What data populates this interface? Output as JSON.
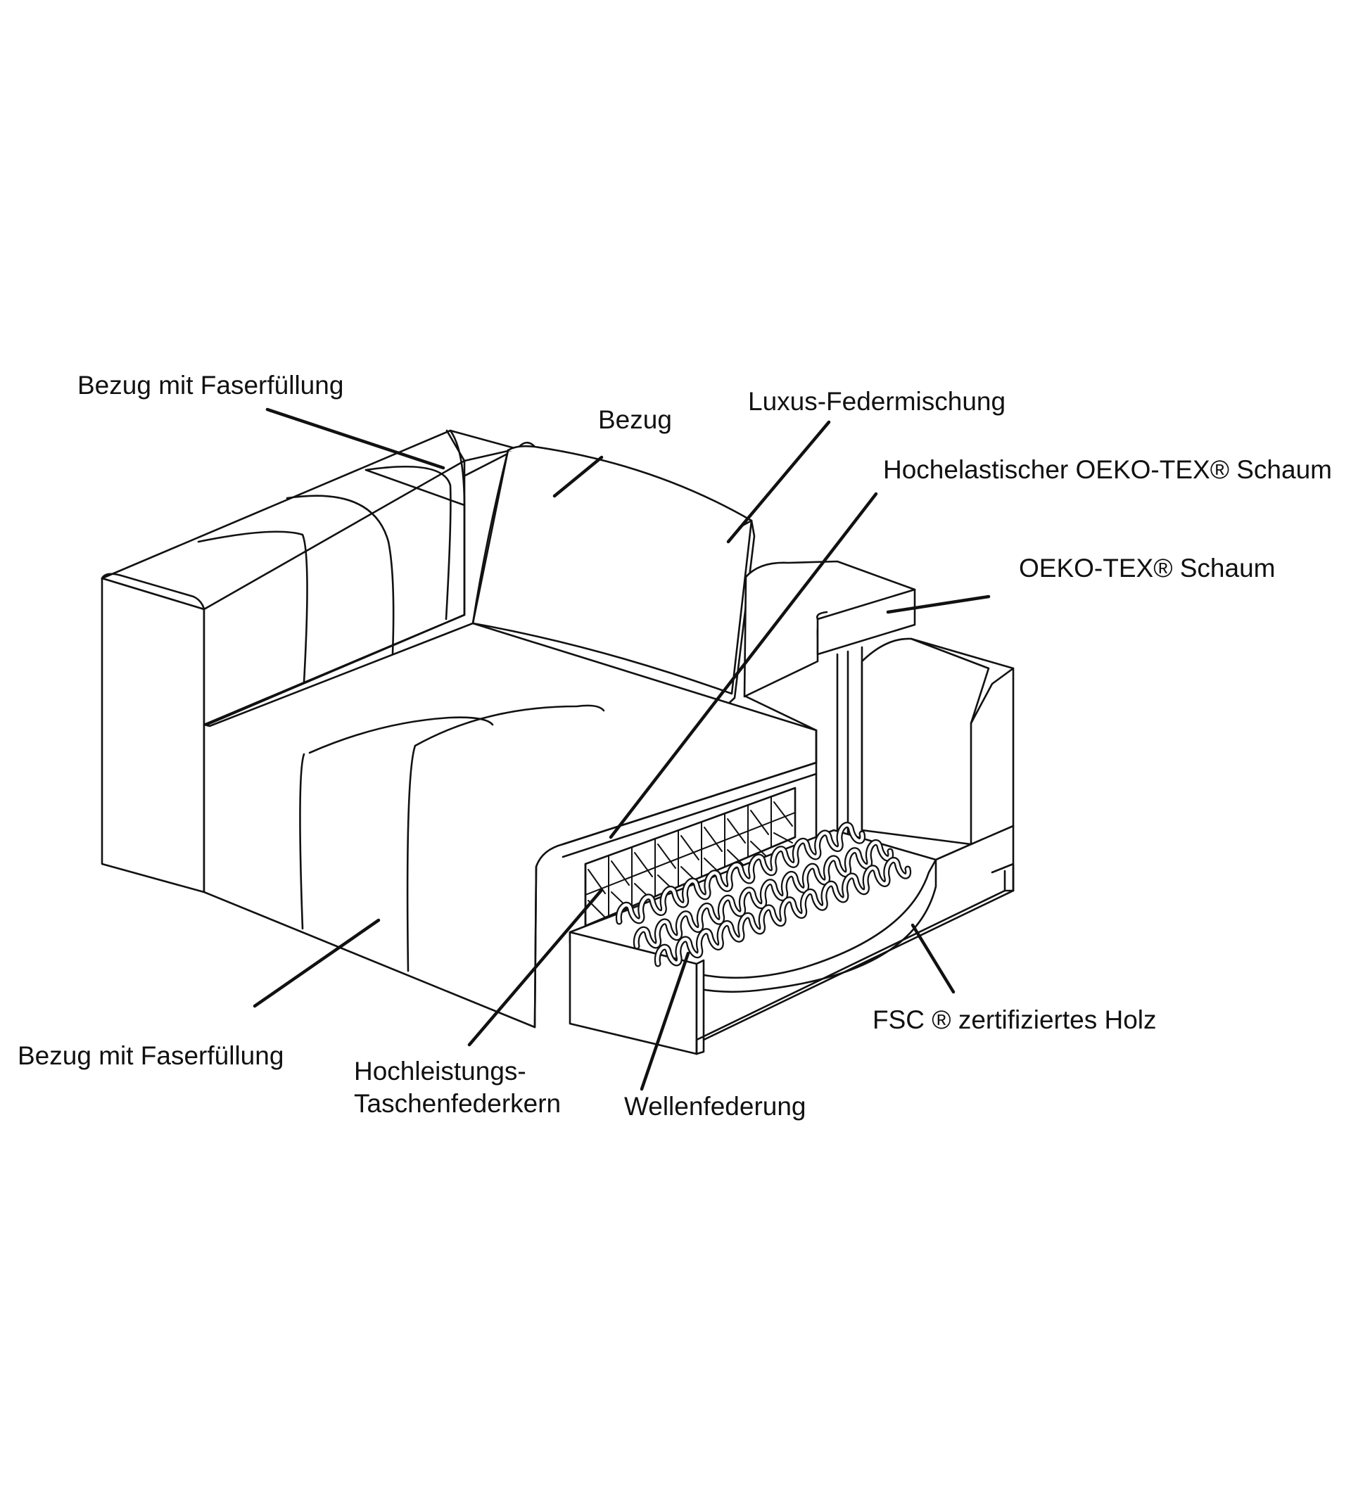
{
  "labels": {
    "back_cover": "Bezug mit Faserfüllung",
    "back_cushion_cover": "Bezug",
    "feather_mix": "Luxus-Federmischung",
    "high_resilience_foam": "Hochelastischer OEKO-TEX® Schaum",
    "armrest_foam": "OEKO-TEX® Schaum",
    "seat_cover": "Bezug mit Faserfüllung",
    "pocket_spring_line1": "Hochleistungs-",
    "pocket_spring_line2": "Taschenfederkern",
    "wave_springs": "Wellenfederung",
    "fsc_wood": "FSC ® zertifiziertes Holz"
  },
  "colors": {
    "line": "#111111",
    "background": "#ffffff"
  }
}
